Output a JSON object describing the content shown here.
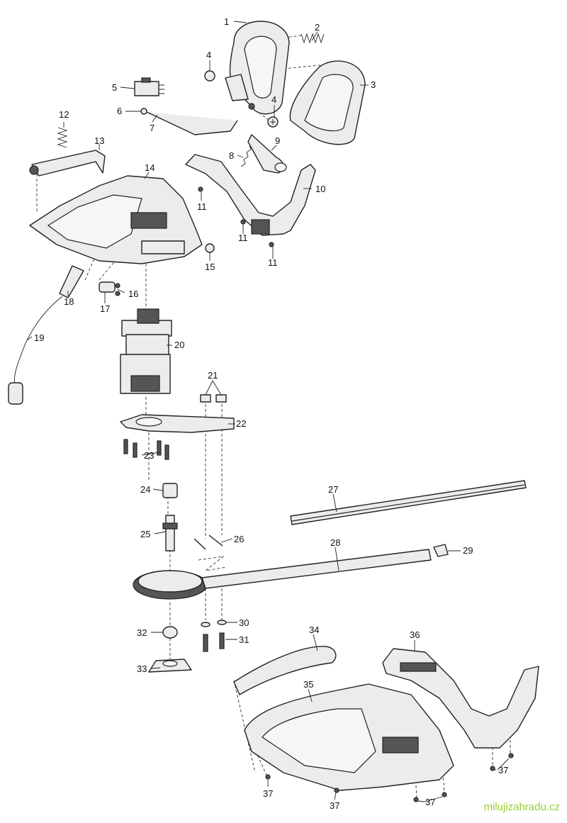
{
  "parts": [
    {
      "n": "1"
    },
    {
      "n": "2"
    },
    {
      "n": "3"
    },
    {
      "n": "4"
    },
    {
      "n": "4"
    },
    {
      "n": "5"
    },
    {
      "n": "6"
    },
    {
      "n": "7"
    },
    {
      "n": "8"
    },
    {
      "n": "9"
    },
    {
      "n": "10"
    },
    {
      "n": "11"
    },
    {
      "n": "11"
    },
    {
      "n": "11"
    },
    {
      "n": "12"
    },
    {
      "n": "13"
    },
    {
      "n": "14"
    },
    {
      "n": "15"
    },
    {
      "n": "16"
    },
    {
      "n": "17"
    },
    {
      "n": "18"
    },
    {
      "n": "19"
    },
    {
      "n": "20"
    },
    {
      "n": "21"
    },
    {
      "n": "22"
    },
    {
      "n": "23"
    },
    {
      "n": "24"
    },
    {
      "n": "25"
    },
    {
      "n": "26"
    },
    {
      "n": "27"
    },
    {
      "n": "28"
    },
    {
      "n": "29"
    },
    {
      "n": "30"
    },
    {
      "n": "31"
    },
    {
      "n": "32"
    },
    {
      "n": "33"
    },
    {
      "n": "34"
    },
    {
      "n": "35"
    },
    {
      "n": "36"
    },
    {
      "n": "37"
    },
    {
      "n": "37"
    },
    {
      "n": "37"
    },
    {
      "n": "37"
    }
  ],
  "watermark": "milujizahradu.cz"
}
